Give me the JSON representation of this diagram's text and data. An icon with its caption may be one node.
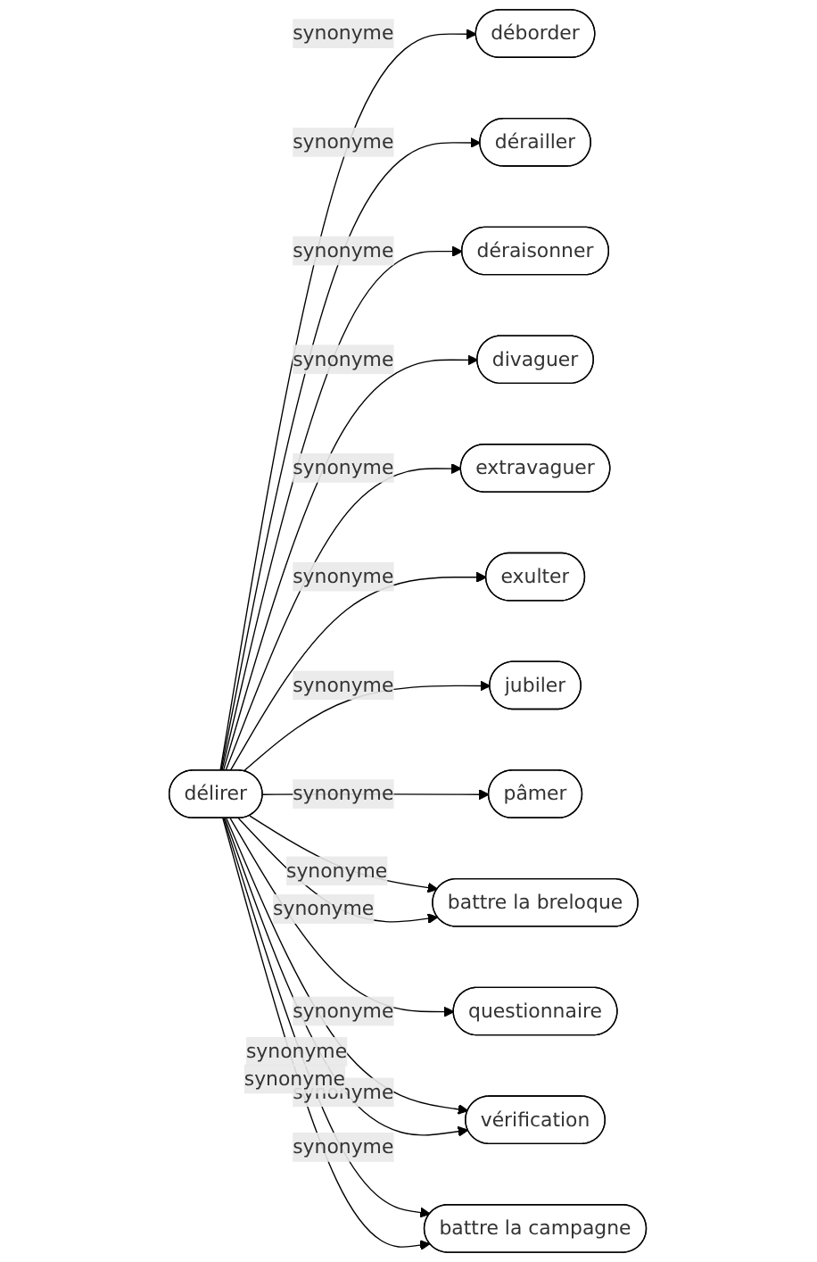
{
  "diagram": {
    "nodes": [
      {
        "text": [
          "délirer"
        ]
      },
      {
        "text": [
          "déborder"
        ]
      },
      {
        "text": [
          "dérailler"
        ]
      },
      {
        "text": [
          "déraisonner"
        ]
      },
      {
        "text": [
          "divaguer"
        ]
      },
      {
        "text": [
          "extravaguer"
        ]
      },
      {
        "text": [
          "exulter"
        ]
      },
      {
        "text": [
          "jubiler"
        ]
      },
      {
        "text": [
          "pâmer"
        ]
      },
      {
        "text": [
          "battre la breloque"
        ]
      },
      {
        "text": [
          "questionnaire"
        ]
      },
      {
        "text": [
          "vérification"
        ]
      },
      {
        "text": [
          "battre la campagne"
        ]
      }
    ],
    "edges": [
      {
        "from": 0,
        "to": 1,
        "arrow": "to",
        "label": "synonyme"
      },
      {
        "from": 0,
        "to": 2,
        "arrow": "to",
        "label": "synonyme"
      },
      {
        "from": 0,
        "to": 3,
        "arrow": "to",
        "label": "synonyme"
      },
      {
        "from": 0,
        "to": 4,
        "arrow": "to",
        "label": "synonyme"
      },
      {
        "from": 0,
        "to": 5,
        "arrow": "to",
        "label": "synonyme"
      },
      {
        "from": 0,
        "to": 6,
        "arrow": "to",
        "label": "synonyme"
      },
      {
        "from": 0,
        "to": 7,
        "arrow": "to",
        "label": "synonyme"
      },
      {
        "from": 0,
        "to": 8,
        "arrow": "to",
        "label": "synonyme"
      },
      {
        "from": 0,
        "to": 9,
        "arrow": "to",
        "label": "synonyme"
      },
      {
        "from": 0,
        "to": 9,
        "arrow": "to",
        "label": "synonyme"
      },
      {
        "from": 0,
        "to": 10,
        "arrow": "to",
        "label": "synonyme"
      },
      {
        "from": 0,
        "to": 11,
        "arrow": "to",
        "label": "synonyme"
      },
      {
        "from": 0,
        "to": 11,
        "arrow": "to",
        "label": "synonyme"
      },
      {
        "from": 0,
        "to": 12,
        "arrow": "to",
        "label": "synonyme"
      },
      {
        "from": 0,
        "to": 12,
        "arrow": "to",
        "label": "synonyme"
      }
    ]
  }
}
